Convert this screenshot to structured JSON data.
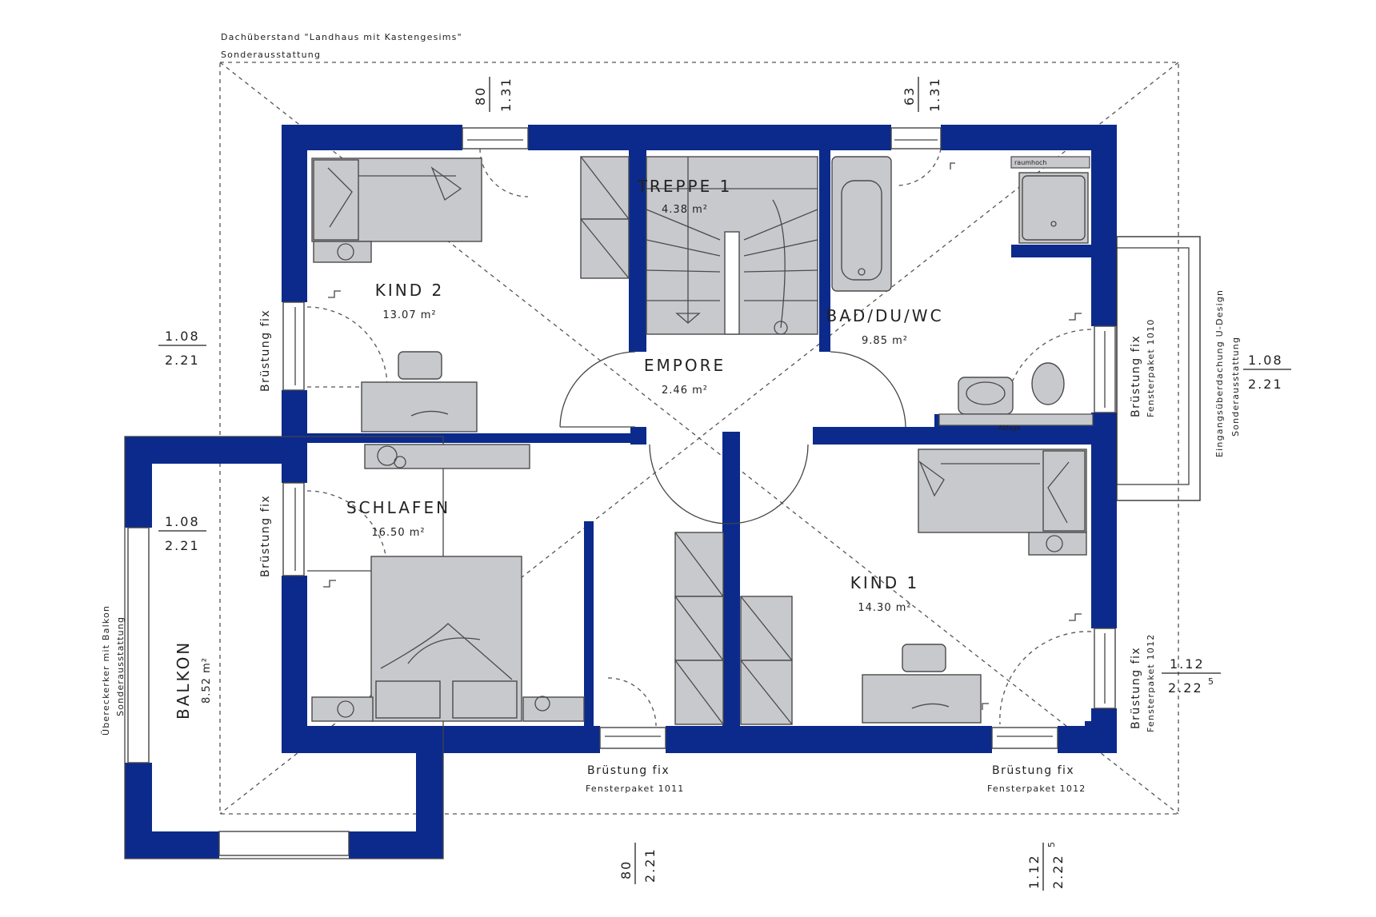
{
  "notes": {
    "roof_overhang": "Dachüberstand \"Landhaus mit Kastengesims\"",
    "roof_overhang_sub": "Sonderausstattung",
    "entrance_canopy": "Eingangsüberdachung U-Design",
    "entrance_canopy_sub": "Sonderausstattung",
    "oriel": "Übereckerker mit Balkon",
    "oriel_sub": "Sonderausstattung",
    "raumhoch": "raumhoch",
    "ablage": "Ablage"
  },
  "rooms": {
    "kind2": {
      "name": "KIND 2",
      "area": "13.07 m²"
    },
    "treppe": {
      "name": "TREPPE 1",
      "area": "4.38 m²"
    },
    "bad": {
      "name": "BAD/DU/WC",
      "area": "9.85 m²"
    },
    "empore": {
      "name": "EMPORE",
      "area": "2.46 m²"
    },
    "schlafen": {
      "name": "SCHLAFEN",
      "area": "16.50 m²"
    },
    "kind1": {
      "name": "KIND 1",
      "area": "14.30 m²"
    },
    "balkon": {
      "name": "BALKON",
      "area": "8.52 m²"
    }
  },
  "window_labels": {
    "kind2_left": "Brüstung fix",
    "schlafen_left": "Brüstung fix",
    "bad_right": "Brüstung fix",
    "bad_right_pkg": "Fensterpaket 1010",
    "kind1_right": "Brüstung fix",
    "kind1_right_pkg": "Fensterpaket 1012",
    "bottom_left": "Brüstung fix",
    "bottom_left_pkg": "Fensterpaket 1011",
    "bottom_right": "Brüstung fix",
    "bottom_right_pkg": "Fensterpaket 1012"
  },
  "dimensions": {
    "top_left": {
      "a": "80",
      "b": "1.31"
    },
    "top_right": {
      "a": "63",
      "b": "1.31"
    },
    "left_kind2": {
      "a": "1.08",
      "b": "2.21"
    },
    "left_balkon": {
      "a": "1.08",
      "b": "2.21"
    },
    "right_bad": {
      "a": "1.08",
      "b": "2.21"
    },
    "right_kind1": {
      "a": "1.12",
      "b": "2.22",
      "sup": "5"
    },
    "bottom_left": {
      "a": "80",
      "b": "2.21"
    },
    "bottom_right": {
      "a": "1.12",
      "b": "2.22",
      "sup": "5"
    }
  }
}
